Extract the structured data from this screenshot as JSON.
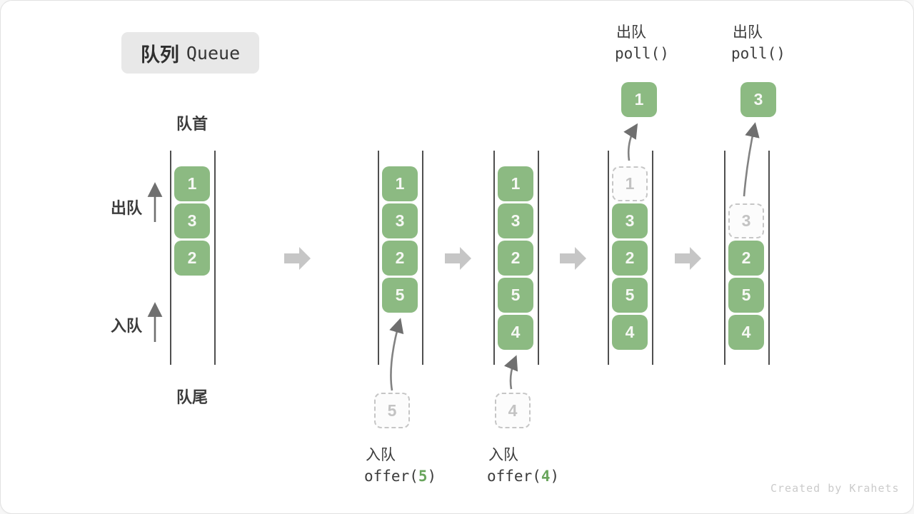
{
  "title": {
    "zh": "队列",
    "en": "Queue"
  },
  "labels": {
    "front": "队首",
    "rear": "队尾",
    "dequeue": "出队",
    "enqueue": "入队"
  },
  "colors": {
    "box_green": "#8cba82",
    "box_text": "#f6f8f4",
    "code_arg_green": "#69a55c",
    "dashed_gray": "#c6c6c6",
    "curve_arrow_gray": "#7a7a7a",
    "block_arrow_gray": "#c6c6c6",
    "text_dark": "#3c3c3c",
    "title_bg": "#e8e8e8",
    "queue_line": "#4f4f4f"
  },
  "states": [
    {
      "name": "initial",
      "values": [
        "1",
        "3",
        "2"
      ]
    },
    {
      "name": "after-offer-5",
      "values": [
        "1",
        "3",
        "2",
        "5"
      ],
      "incoming": "5"
    },
    {
      "name": "after-offer-4",
      "values": [
        "1",
        "3",
        "2",
        "5",
        "4"
      ],
      "incoming": "4"
    },
    {
      "name": "after-poll-1",
      "values": [
        "3",
        "2",
        "5",
        "4"
      ],
      "removed": "1"
    },
    {
      "name": "after-poll-3",
      "values": [
        "2",
        "5",
        "4"
      ],
      "removed": "3"
    }
  ],
  "operations": {
    "enqueue5": {
      "label": "入队",
      "code_pre": "offer(",
      "arg": "5",
      "code_post": ")"
    },
    "enqueue4": {
      "label": "入队",
      "code_pre": "offer(",
      "arg": "4",
      "code_post": ")"
    },
    "poll1": {
      "label": "出队",
      "code": "poll()"
    },
    "poll3": {
      "label": "出队",
      "code": "poll()"
    }
  },
  "watermark": "Created by Krahets"
}
